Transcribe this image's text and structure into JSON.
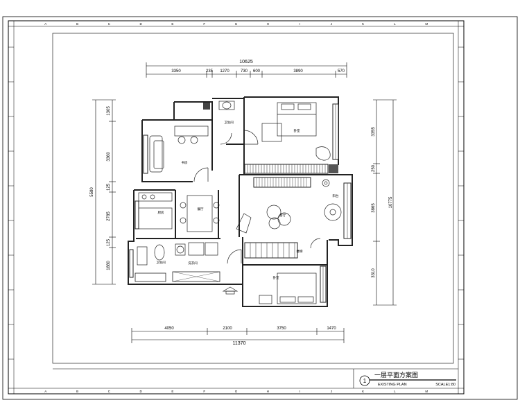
{
  "sheet": {
    "grid_top": [
      "A",
      "B",
      "C",
      "D",
      "E",
      "F",
      "G",
      "H",
      "I",
      "J",
      "K",
      "L",
      "M"
    ],
    "grid_bottom": [
      "A",
      "B",
      "C",
      "D",
      "E",
      "F",
      "G",
      "H",
      "I",
      "J",
      "K",
      "L",
      "M"
    ]
  },
  "dimensions": {
    "top_total": "10625",
    "top_segments": [
      "3350",
      "235",
      "1270",
      "730",
      "600",
      "3890",
      "570"
    ],
    "bottom_total": "11370",
    "bottom_segments": [
      "4050",
      "2100",
      "3750",
      "1470"
    ],
    "left_total": "5580",
    "left_segments": [
      "1305",
      "3360",
      "125",
      "2785",
      "125",
      "1880"
    ],
    "right_total": "10775",
    "right_segments": [
      "3355",
      "250",
      "3865",
      "3310"
    ]
  },
  "rooms": {
    "bath_top": "卫生间",
    "bedroom_top": "卧室",
    "study": "书房",
    "kitchen": "厨房",
    "dining": "餐厅",
    "bath_bottom": "卫生间",
    "laundry": "洗衣间",
    "living": "客厅",
    "balcony": "阳台",
    "bedroom_bottom": "卧室",
    "stair": "楼梯"
  },
  "title_block": {
    "number": "1",
    "title_cn": "一层平面方案图",
    "title_en": "EXISTING PLAN",
    "scale": "SCALE1:80"
  },
  "colors": {
    "line": "#000000",
    "wall": "#333333",
    "hatch": "#555555"
  }
}
